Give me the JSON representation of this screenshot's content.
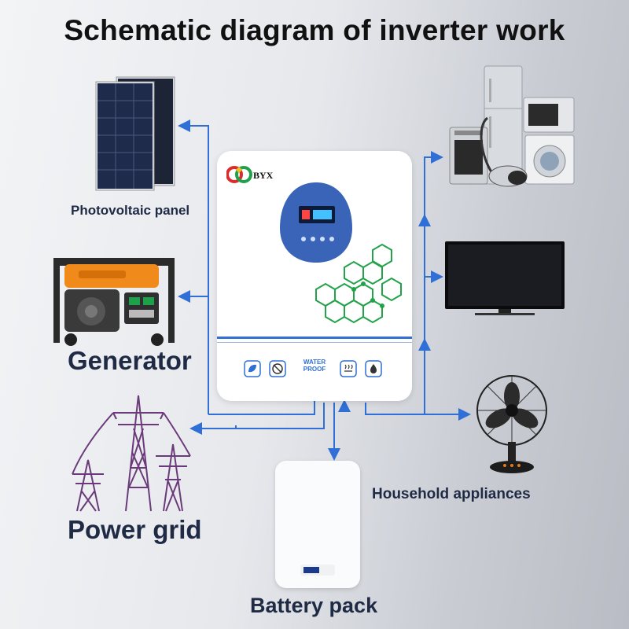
{
  "title": "Schematic diagram of inverter work",
  "inverter": {
    "brand": "BYX",
    "panel_text": "WATER PROOF"
  },
  "sources": {
    "pv_label": "Photovoltaic panel",
    "generator_label": "Generator",
    "grid_label": "Power grid"
  },
  "loads": {
    "household_label": "Household appliances"
  },
  "storage": {
    "battery_label": "Battery pack"
  },
  "colors": {
    "wire": "#2f6fd6",
    "label": "#1f2a44",
    "inverter_accent": "#2f6fd6",
    "hex_pattern": "#22a34a",
    "generator_body": "#f08a1a",
    "pylon": "#6b3a7a"
  }
}
